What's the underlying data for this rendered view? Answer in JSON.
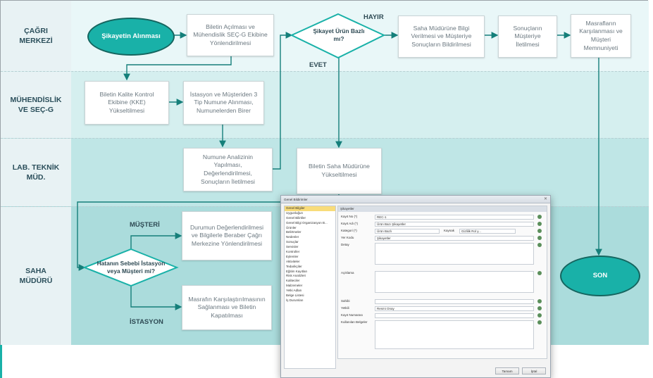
{
  "lanes": [
    {
      "label": "ÇAĞRI\nMERKEZİ",
      "color": "#e9f7f8"
    },
    {
      "label": "MÜHENDİSLİK\nVE SEÇ-G",
      "color": "#d5efef"
    },
    {
      "label": "LAB. TEKNİK\nMÜD.",
      "color": "#bfe6e6"
    },
    {
      "label": "SAHA\nMÜDÜRÜ",
      "color": "#abdcdc"
    }
  ],
  "nodes": {
    "start": "Şikayetin Alınması",
    "open_ticket": "Biletin Açılması ve Mühendislik SEÇ-G Ekibine Yönlendirilmesi",
    "decision_product": "Şikayet Ürün Bazlı mı?",
    "inform_site": "Saha Müdürüne Bilgi Verilmesi ve Müşteriye Sonuçların Bildirilmesi",
    "notify_results": "Sonuçların Müşteriye İletilmesi",
    "cost_refund": "Masrafların Karşılanması ve Müşteri Memnuniyeti",
    "escalate_kke": "Biletin Kalite Kontrol Ekibine (KKE) Yükseltilmesi",
    "collect_samples": "İstasyon ve Müşteriden 3 Tip Numune Alınması, Numunelerden Birer",
    "analyze": "Numune Analizinin Yapılması, Değerlendirilmesi, Sonuçların İletilmesi",
    "escalate_site": "Biletin Saha Müdürüne Yükseltilmesi",
    "evaluate": "Durumun Değerlendirilmesi ve Bilgilerle Beraber Çağrı Merkezine Yönlendirilmesi",
    "decision_fault": "Hatanın Sebebi İstasyon veya Müşteri mi?",
    "close_ticket": "Masrafın Karşılaştırılmasının Sağlanması ve Biletin Kapatılması",
    "end": "SON"
  },
  "flow_labels": {
    "no": "HAYIR",
    "yes": "EVET",
    "customer": "MÜŞTERİ",
    "station": "İSTASYON"
  },
  "dialog": {
    "title": "Genel Bildirimler",
    "section": "Şikayetler",
    "side_items": [
      "Genel Bilgiler",
      "Uygunluğun",
      "Genel Bilirtiler",
      "Genel Bilgi Organizasyon B...",
      "Ürünler",
      "Belirtmeler",
      "Nedenler",
      "Sonuçlar",
      "Servisler",
      "Kontroller",
      "Eylemler",
      "Aktiviteler",
      "Tedarikçiler",
      "Eğitim Kayıtları",
      "Risk Analizleri",
      "Kaliteciler",
      "Malzemeler",
      "Yetki Adları",
      "Belge Listesi",
      "İş Durumları"
    ],
    "fields": [
      {
        "label": "Kayıt No (*)",
        "value": "REC-1"
      },
      {
        "label": "Kayıt Adı (*)",
        "value": "Ürün Bazı Şikayetler"
      },
      {
        "label": "Kategori (*)",
        "value": "Ürün Bazlı",
        "extra_label": "Kaynak",
        "extra_value": "Gizlilik Rol y..."
      },
      {
        "label": "Yer Kodu",
        "value": "Şikayetler"
      },
      {
        "label": "Detay",
        "value": ""
      },
      {
        "label": "Açıklama",
        "value": ""
      },
      {
        "label": "Sahibi",
        "value": ""
      },
      {
        "label": "Yetkili",
        "value": "Resmi Onay"
      },
      {
        "label": "Kayıt Numarası",
        "value": ""
      },
      {
        "label": "Kullanılan Belgeler",
        "value": ""
      }
    ],
    "ok_label": "Tamam",
    "cancel_label": "İptal"
  },
  "colors": {
    "accent": "#19b1a8",
    "terminal_border": "#15655f",
    "arrow": "#157f7a",
    "text_dark": "#2e4a54"
  }
}
